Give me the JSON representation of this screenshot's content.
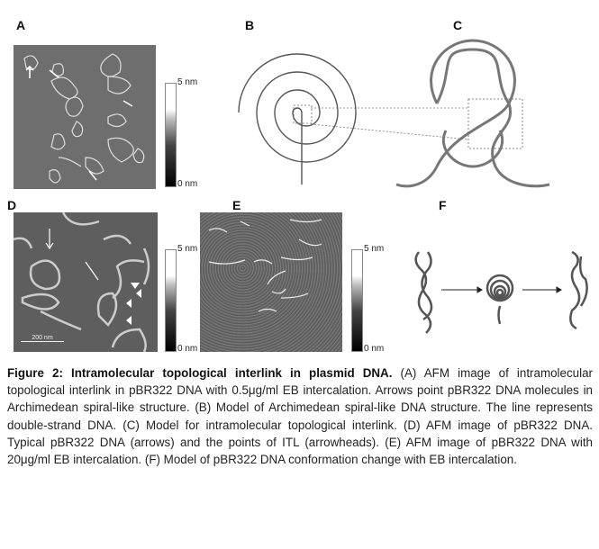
{
  "panels": {
    "a": {
      "label": "A",
      "colorbar_max": "5 nm",
      "colorbar_min": "0 nm"
    },
    "b": {
      "label": "B"
    },
    "c": {
      "label": "C"
    },
    "d": {
      "label": "D",
      "colorbar_max": "5 nm",
      "colorbar_min": "0 nm",
      "scale_bar": "200 nm"
    },
    "e": {
      "label": "E",
      "colorbar_max": "5 nm",
      "colorbar_min": "0 nm"
    },
    "f": {
      "label": "F"
    }
  },
  "caption": {
    "title": "Figure 2: Intramolecular topological interlink in plasmid DNA.",
    "body": " (A) AFM image of intramolecular topological interlink in pBR322 DNA with 0.5μg/ml EB intercalation. Arrows point pBR322 DNA molecules in Archimedean spiral-like structure. (B) Model of Archimedean spiral-like DNA structure. The line represents double-strand DNA. (C) Model for intramolecular topological interlink. (D) AFM image of pBR322 DNA. Typical pBR322 DNA (arrows) and the points of ITL (arrowheads). (E) AFM image of pBR322 DNA with 20μg/ml EB intercalation. (F) Model of pBR322 DNA conformation change with EB intercalation."
  }
}
